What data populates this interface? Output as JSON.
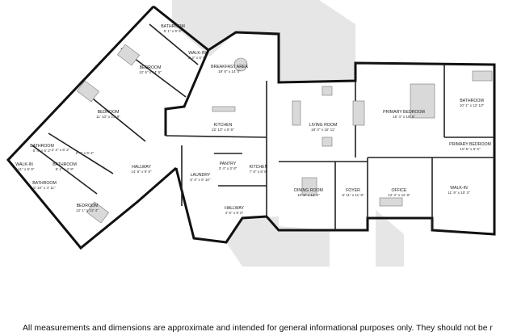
{
  "rooms": [
    {
      "id": "bathroom-nw",
      "name": "BATHROOM",
      "dim": "5' 1\" x 9' 6\""
    },
    {
      "id": "walkin-nw",
      "name": "WALK-IN",
      "dim": "5' 2\" x 6' 5\""
    },
    {
      "id": "bedroom-n",
      "name": "BEDROOM",
      "dim": "12' 5\" x 14' 5\""
    },
    {
      "id": "breakfast",
      "name": "BREAKFAST AREA",
      "dim": "19' 8\" x 14' 0\""
    },
    {
      "id": "bedroom-w",
      "name": "BEDROOM",
      "dim": "11' 10\" x 14' 9\""
    },
    {
      "id": "kitchen-main",
      "name": "KITCHEN",
      "dim": "22' 10\" x 8' 6\""
    },
    {
      "id": "living",
      "name": "LIVING ROOM",
      "dim": "18' 0\" x 15' 11\""
    },
    {
      "id": "primary-bedroom",
      "name": "PRIMARY BEDROOM",
      "dim": "15' 4\" x 19' 8\""
    },
    {
      "id": "bathroom-primary",
      "name": "BATHROOM",
      "dim": "10' 1\" x 12' 10\""
    },
    {
      "id": "primary-bedroom-2",
      "name": "PRIMARY BEDROOM",
      "dim": "10' 5\" x 6' 5\""
    },
    {
      "id": "bathroom-w1",
      "name": "BATHROOM",
      "dim": "5' 4\" x 6' 2\""
    },
    {
      "id": "closet-w",
      "name": "",
      "dim": "2' 4\" x 6' 2\""
    },
    {
      "id": "closet-w2",
      "name": "",
      "dim": "2' 4\" x 5' 2\""
    },
    {
      "id": "walkin-w",
      "name": "WALK-IN",
      "dim": "5' 11\" x 5' 9\""
    },
    {
      "id": "bathroom-w2",
      "name": "BATHROOM",
      "dim": "5' 1\" x 4' 9\""
    },
    {
      "id": "hallway",
      "name": "HALLWAY",
      "dim": "14' 6\" x 9' 8\""
    },
    {
      "id": "laundry",
      "name": "LAUNDRY",
      "dim": "5' 4\" x 9' 10\""
    },
    {
      "id": "pantry",
      "name": "PANTRY",
      "dim": "3' 4\" x 3' 8\""
    },
    {
      "id": "kitchen-small",
      "name": "KITCHEN",
      "dim": "7' 8\" x 8' 6\""
    },
    {
      "id": "dining",
      "name": "DINING ROOM",
      "dim": "10' 8\" x 12' 1\""
    },
    {
      "id": "foyer",
      "name": "FOYER",
      "dim": "5' 11\" x 11' 9\""
    },
    {
      "id": "office",
      "name": "OFFICE",
      "dim": "12' 2\" x 11' 8\""
    },
    {
      "id": "walkin-e",
      "name": "WALK-IN",
      "dim": "11' 9\" x 10' 3\""
    },
    {
      "id": "bathroom-sw",
      "name": "BATHROOM",
      "dim": "5' 10\" x 4' 11\""
    },
    {
      "id": "bedroom-sw",
      "name": "BEDROOM",
      "dim": "12' 1\" x 13' 4\""
    },
    {
      "id": "hallway-s",
      "name": "HALLWAY",
      "dim": "4' 6\" x 9' 0\""
    }
  ],
  "disclaimer": "All measurements and dimensions are approximate and intended for general informational purposes only. They should not be r"
}
